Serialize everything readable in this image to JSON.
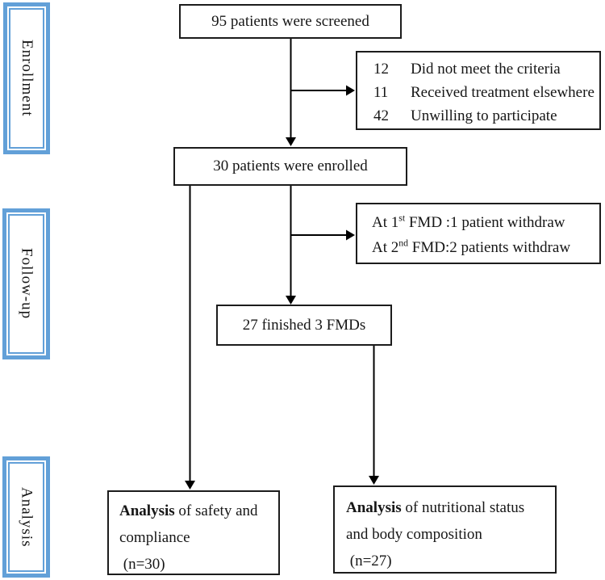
{
  "diagram": {
    "stage_labels": [
      {
        "id": "enrollment",
        "label": "Enrollment"
      },
      {
        "id": "follow_up",
        "label": "Follow-up"
      },
      {
        "id": "analysis",
        "label": "Analysis"
      }
    ],
    "boxes": {
      "screened": {
        "text": "95 patients were screened"
      },
      "enrolled": {
        "text": "30 patients were enrolled"
      },
      "finished": {
        "text": "27 finished 3 FMDs"
      },
      "exclusions": {
        "items": [
          {
            "count": "12",
            "reason": "Did not meet the criteria"
          },
          {
            "count": "11",
            "reason": "Received treatment elsewhere"
          },
          {
            "count": "42",
            "reason": "Unwilling to participate"
          }
        ]
      },
      "withdrawals": {
        "lines": [
          {
            "pre": "At 1",
            "sup": "st",
            "post": " FMD :1 patient withdraw"
          },
          {
            "pre": "At 2",
            "sup": "nd",
            "post": " FMD:2 patients withdraw"
          }
        ]
      },
      "analysis_safety": {
        "bold": "Analysis",
        "tail": " of safety and",
        "line2": "compliance",
        "line3": " (n=30)"
      },
      "analysis_nutrition": {
        "bold": "Analysis",
        "tail": " of nutritional status",
        "line2": "and body composition",
        "line3": " (n=27)"
      }
    },
    "colors": {
      "stage_border": "#62a0d8",
      "box_border": "#1c1c1c",
      "connector": "#000000"
    }
  }
}
